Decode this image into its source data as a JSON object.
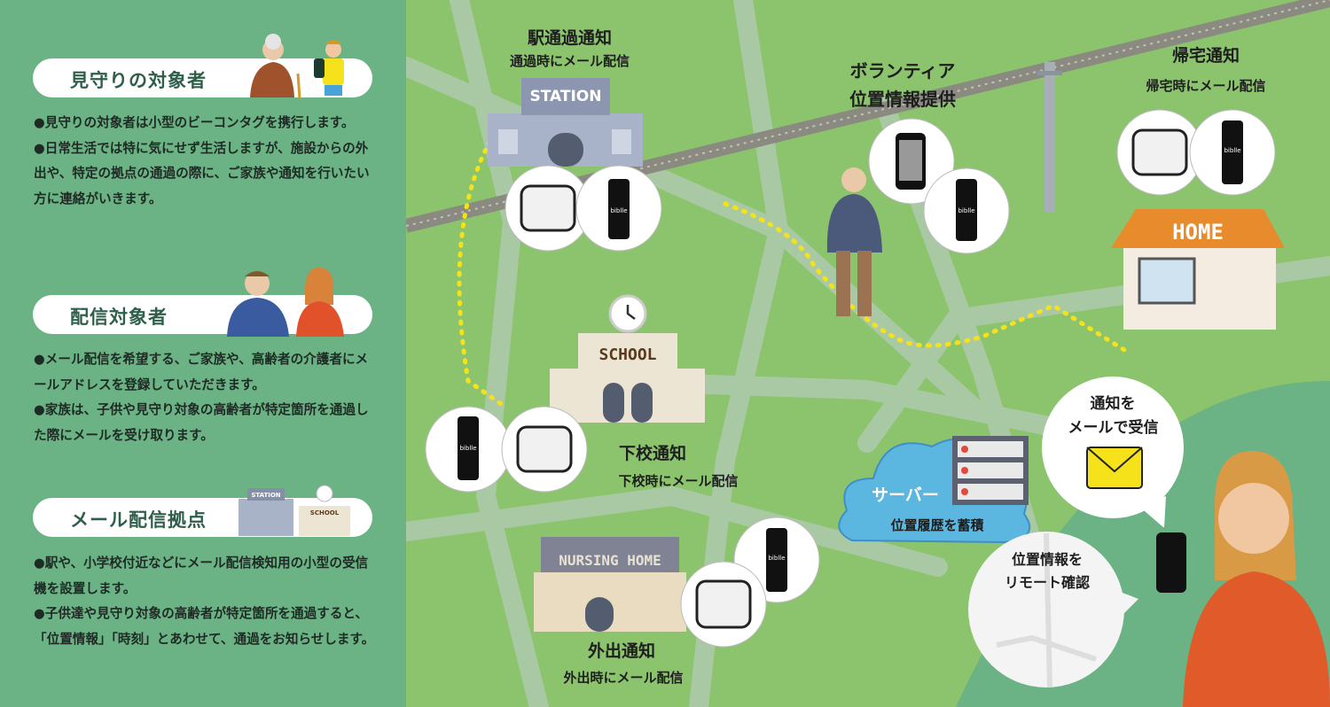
{
  "left_panel": {
    "sections": [
      {
        "title": "見守りの対象者",
        "paragraphs": [
          "●見守りの対象者は小型のビーコンタグを携行します。",
          "●日常生活では特に気にせず生活しますが、施設からの外出や、特定の拠点の通過の際に、ご家族や通知を行いたい方に連絡がいきます。"
        ]
      },
      {
        "title": "配信対象者",
        "paragraphs": [
          "●メール配信を希望する、ご家族や、高齢者の介護者にメールアドレスを登録していただきます。",
          "●家族は、子供や見守り対象の高齢者が特定箇所を通過した際にメールを受け取ります。"
        ]
      },
      {
        "title": "メール配信拠点",
        "paragraphs": [
          "●駅や、小学校付近などにメール配信検知用の小型の受信機を設置します。",
          "●子供達や見守り対象の高齢者が特定箇所を通過すると、「位置情報」「時刻」とあわせて、通過をお知らせします。"
        ]
      }
    ]
  },
  "map": {
    "station": {
      "sign": "STATION",
      "title": "駅通過通知",
      "sub": "通過時にメール配信"
    },
    "school": {
      "sign": "SCHOOL",
      "title": "下校通知",
      "sub": "下校時にメール配信"
    },
    "nursing": {
      "sign": "NURSING HOME",
      "title": "外出通知",
      "sub": "外出時にメール配信"
    },
    "volunteer": {
      "title_line1": "ボランティア",
      "title_line2": "位置情報提供"
    },
    "home": {
      "sign": "HOME",
      "title": "帰宅通知",
      "sub": "帰宅時にメール配信"
    },
    "server": {
      "title": "サーバー",
      "sub": "位置履歴を蓄積"
    },
    "bubble_mail": {
      "line1": "通知を",
      "line2": "メールで受信"
    },
    "bubble_map": {
      "line1": "位置情報を",
      "line2": "リモート確認"
    },
    "beacon_brand": "biblle",
    "mini_icons": {
      "station": "STATION",
      "school": "SCHOOL"
    }
  },
  "colors": {
    "panel": "#6bb284",
    "map_bg": "#8cc46e",
    "road": "#a9c9a4",
    "dots": "#f5e21b",
    "title_text": "#2f5f4a"
  }
}
